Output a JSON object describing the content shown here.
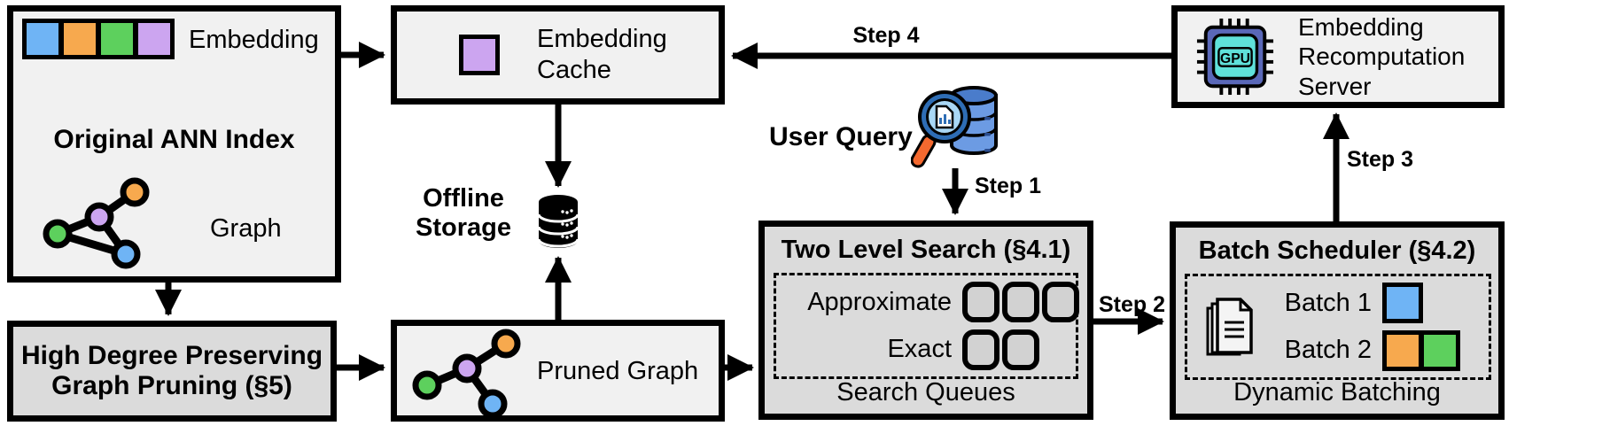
{
  "colors": {
    "blue": "#6FB4F5",
    "orange": "#F7A94E",
    "green": "#5DD05D",
    "purple": "#CCA5F0",
    "box_light": "#F1F1F1",
    "box_dark": "#DBDBDB",
    "slot_fill": "#D2D2D2",
    "db_blue_body": "#6C9BE3",
    "db_blue_top": "#4A7CCB",
    "magnifier_rim": "#2E6DB5",
    "magnifier_lens": "#A9D7F5",
    "magnifier_handle": "#F4692F",
    "gpu_chip": "#5A68B8",
    "gpu_core": "#5FE1DA",
    "page_fill": "#F4F4F4"
  },
  "boxes": {
    "original_ann_index": {
      "title": "Original ANN Index",
      "embedding_label": "Embedding",
      "graph_label": "Graph",
      "embedding_squares": [
        "blue",
        "orange",
        "green",
        "purple"
      ],
      "graph_node_colors": [
        "orange",
        "purple",
        "green",
        "blue"
      ]
    },
    "graph_pruning": {
      "title_line1": "High Degree Preserving",
      "title_line2": "Graph Pruning (§5)"
    },
    "embedding_cache": {
      "label_line1": "Embedding",
      "label_line2": "Cache",
      "cache_squares": [
        "purple"
      ]
    },
    "offline_storage": {
      "label_line1": "Offline",
      "label_line2": "Storage"
    },
    "pruned_graph": {
      "label": "Pruned Graph",
      "graph_node_colors": [
        "orange",
        "purple",
        "green",
        "blue"
      ]
    },
    "user_query": {
      "label": "User Query"
    },
    "two_level_search": {
      "title": "Two Level Search (§4.1)",
      "approximate_label": "Approximate",
      "approximate_slots": 3,
      "exact_label": "Exact",
      "exact_slots": 2,
      "caption": "Search Queues"
    },
    "batch_scheduler": {
      "title": "Batch Scheduler (§4.2)",
      "batch1_label": "Batch 1",
      "batch1_squares": [
        "blue"
      ],
      "batch2_label": "Batch 2",
      "batch2_squares": [
        "orange",
        "green"
      ],
      "caption": "Dynamic Batching"
    },
    "recomputation_server": {
      "label_line1": "Embedding",
      "label_line2": "Recomputation",
      "label_line3": "Server",
      "gpu_label": "GPU"
    }
  },
  "arrows": {
    "step1": "Step 1",
    "step2": "Step 2",
    "step3": "Step 3",
    "step4": "Step 4"
  }
}
